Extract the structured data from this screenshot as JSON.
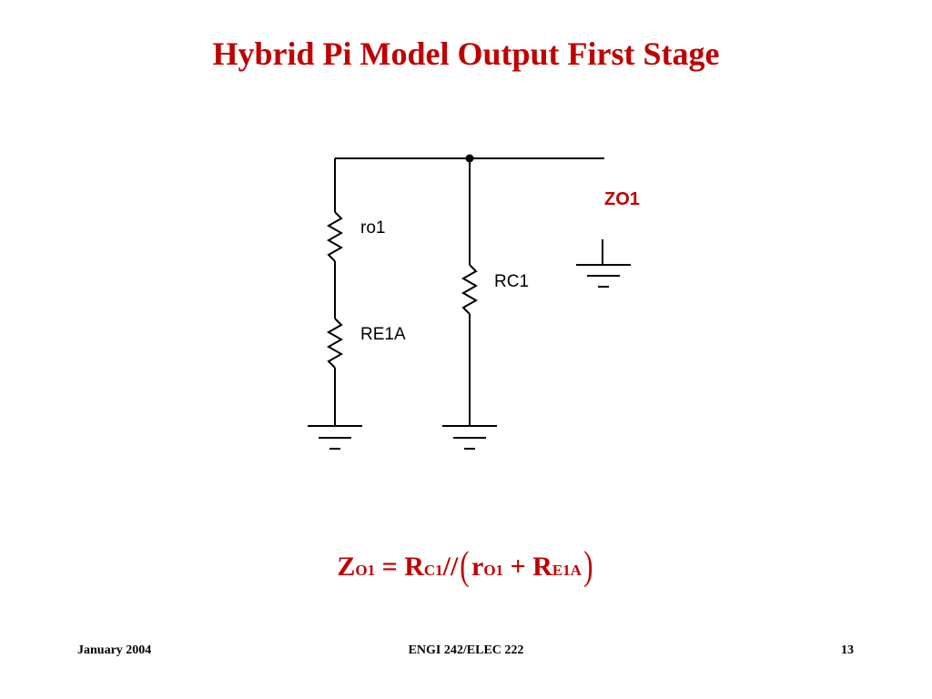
{
  "slide": {
    "title": "Hybrid Pi Model Output First Stage"
  },
  "circuit": {
    "labels": {
      "ro1": "ro1",
      "re1a": "RE1A",
      "rc1": "RC1",
      "zo1": "ZO1"
    },
    "colors": {
      "wire": "#000000",
      "zo1_label": "#c00000"
    }
  },
  "formula": {
    "z": "Z",
    "z_sub": "O1",
    "equals": " = R",
    "rc_sub": "C1",
    "parallel": "//",
    "open_paren": "(",
    "r": "r",
    "ro_sub": "O1",
    "plus": " + R",
    "re_sub": "E1A",
    "close_paren": ")"
  },
  "footer": {
    "left": "January 2004",
    "center": "ENGI 242/ELEC 222",
    "right": "13"
  },
  "colors": {
    "accent": "#c00000",
    "text": "#000000",
    "background": "#ffffff"
  }
}
